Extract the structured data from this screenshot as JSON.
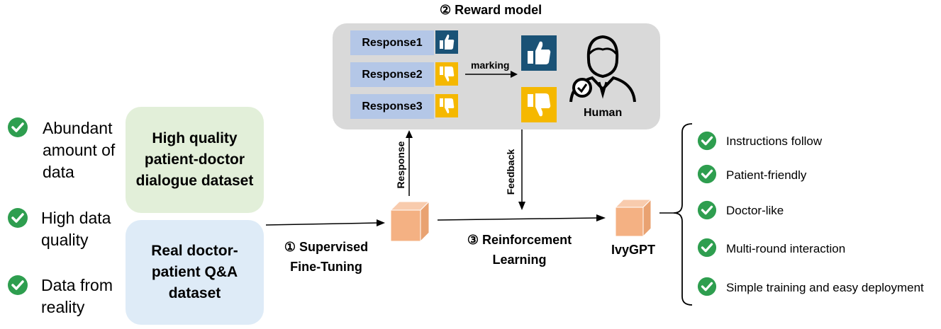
{
  "left_benefits": [
    {
      "text": "Abundant\namount of\ndata"
    },
    {
      "text": "High data\nquality"
    },
    {
      "text": "Data from\nreality"
    }
  ],
  "datasets": [
    {
      "text": "High quality\npatient-doctor\ndialogue dataset",
      "color": "#e2efd9"
    },
    {
      "text": "Real doctor-\npatient Q&A\ndataset",
      "color": "#deebf7"
    }
  ],
  "reward_model": {
    "title": "② Reward model",
    "responses": [
      "Response1",
      "Response2",
      "Response3"
    ],
    "marking_label": "marking",
    "human_label": "Human"
  },
  "arrows": {
    "response_label": "Response",
    "feedback_label": "Feedback"
  },
  "stages": {
    "sft": "① Supervised\nFine-Tuning",
    "rl": "③ Reinforcement\nLearning"
  },
  "model_name": "IvyGPT",
  "features": [
    "Instructions follow",
    "Patient-friendly",
    "Doctor-like",
    "Multi-round interaction",
    "Simple training and easy deployment"
  ],
  "colors": {
    "check_green": "#2e9e4f",
    "cube_orange": "#f4b183",
    "thumb_up_bg": "#1a5276",
    "thumb_down_bg": "#f5b800",
    "response_box": "#b4c7e7",
    "reward_panel": "#d9d9d9"
  }
}
